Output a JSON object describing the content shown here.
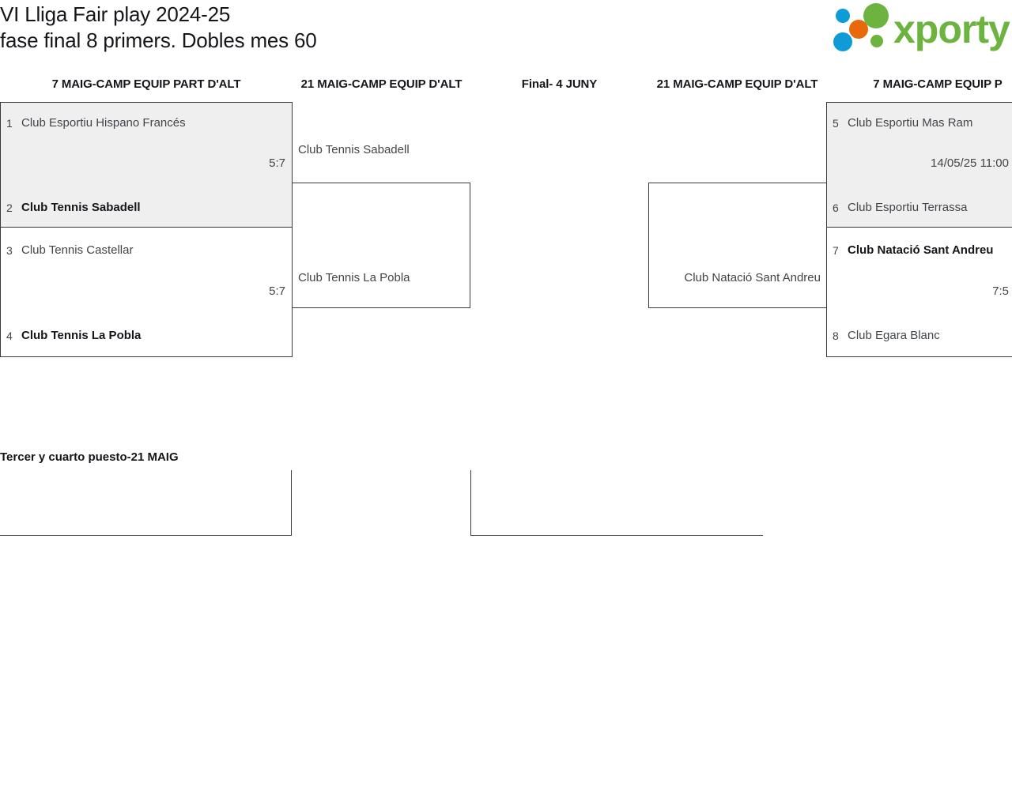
{
  "title": {
    "line1": "VI Lliga Fair play 2024-25",
    "line2": "fase final 8 primers. Dobles mes 60"
  },
  "brand": {
    "name": "xporty",
    "colors": {
      "green": "#6db33f",
      "orange": "#e8690b",
      "blue": "#0e9bd8"
    }
  },
  "rounds": [
    {
      "header": "7 MAIG-CAMP EQUIP PART D'ALT"
    },
    {
      "header": "21 MAIG-CAMP EQUIP D'ALT"
    },
    {
      "header": "Final- 4 JUNY"
    },
    {
      "header": "21 MAIG-CAMP EQUIP D'ALT"
    },
    {
      "header": "7 MAIG-CAMP EQUIP P"
    }
  ],
  "matches": {
    "qf1": {
      "top": {
        "seed": "1",
        "name": "Club Esportiu Hispano Francés",
        "winner": false
      },
      "bottom": {
        "seed": "2",
        "name": "Club Tennis Sabadell",
        "winner": true
      },
      "meta": "5:7"
    },
    "qf2": {
      "top": {
        "seed": "3",
        "name": "Club Tennis Castellar",
        "winner": false
      },
      "bottom": {
        "seed": "4",
        "name": "Club Tennis La Pobla",
        "winner": true
      },
      "meta": "5:7"
    },
    "qf3": {
      "top": {
        "seed": "5",
        "name": "Club Esportiu Mas Ram",
        "winner": false
      },
      "bottom": {
        "seed": "6",
        "name": "Club Esportiu Terrassa",
        "winner": false
      },
      "meta": "14/05/25 11:00"
    },
    "qf4": {
      "top": {
        "seed": "7",
        "name": "Club Natació Sant Andreu",
        "winner": true
      },
      "bottom": {
        "seed": "8",
        "name": "Club Egara Blanc",
        "winner": false
      },
      "meta": "7:5"
    }
  },
  "semifinals": {
    "left_top": "Club Tennis Sabadell",
    "left_bottom": "Club Tennis La Pobla",
    "right_top": "",
    "right_bottom": "Club Natació Sant Andreu"
  },
  "third_place": {
    "label": "Tercer y cuarto puesto-21 MAIG"
  }
}
